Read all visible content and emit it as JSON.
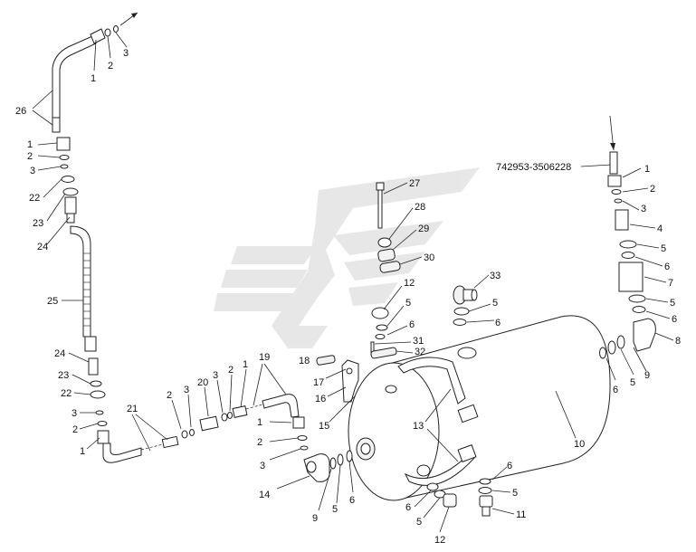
{
  "diagram": {
    "part_number_label": "742953-3506228",
    "labels": {
      "l1a": "1",
      "l2a": "2",
      "l3a": "3",
      "l26": "26",
      "l1b": "1",
      "l2b": "2",
      "l3b": "3",
      "l22a": "22",
      "l23a": "23",
      "l24a": "24",
      "l25": "25",
      "l24b": "24",
      "l23b": "23",
      "l22b": "22",
      "l3c": "3",
      "l2c": "2",
      "l1c": "1",
      "l21": "21",
      "l2d": "2",
      "l3d": "3",
      "l20": "20",
      "l3e": "3",
      "l2e": "2",
      "l1d": "1",
      "l19": "19",
      "l1e": "1",
      "l2f": "2",
      "l3f": "3",
      "l27": "27",
      "l28": "28",
      "l29": "29",
      "l30": "30",
      "l12a": "12",
      "l5a": "5",
      "l6a": "6",
      "l31": "31",
      "l32": "32",
      "l18": "18",
      "l17": "17",
      "l16": "16",
      "l15": "15",
      "l13": "13",
      "l14": "14",
      "l9a": "9",
      "l5b": "5",
      "l6b": "6",
      "l10": "10",
      "l33": "33",
      "l5c": "5",
      "l6c": "6",
      "l1f": "1",
      "l2g": "2",
      "l3g": "3",
      "l4": "4",
      "l5d": "5",
      "l6d": "6",
      "l7": "7",
      "l5e": "5",
      "l6e": "6",
      "l8": "8",
      "l9b": "9",
      "l5f": "5",
      "l6f": "6",
      "l6g": "6",
      "l5g": "5",
      "l12b": "12",
      "l6h": "6",
      "l5h": "5",
      "l11": "11"
    }
  }
}
